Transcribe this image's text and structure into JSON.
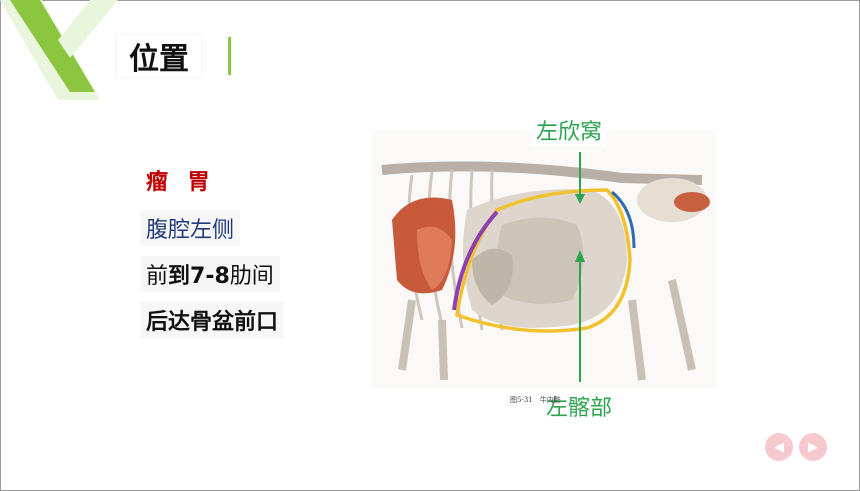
{
  "slide": {
    "title": "位置",
    "items": [
      {
        "text": "瘤 胃"
      },
      {
        "text": "腹腔左侧"
      },
      {
        "prefix": "前",
        "bold": "到7-8",
        "suffix": "肋间"
      },
      {
        "text": "后达骨盆前口"
      }
    ]
  },
  "figure": {
    "label_top": "左欣窝",
    "label_bottom": "左髂部",
    "caption": "图5-31　牛内脏",
    "colors": {
      "yellow_outline": "#f2c12e",
      "purple_outline": "#8e3fb4",
      "blue_outline": "#2a6db0",
      "green_arrow": "#2ea44f"
    }
  },
  "nav": {
    "prev_icon": "prev-arrow-icon",
    "next_icon": "next-arrow-icon"
  }
}
